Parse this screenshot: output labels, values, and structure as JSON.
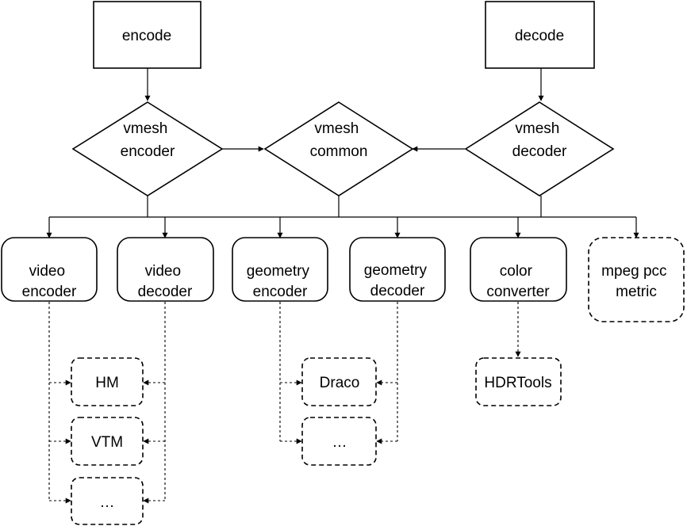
{
  "nodes": {
    "encode": "encode",
    "decode": "decode",
    "vmesh_encoder": [
      "vmesh",
      "encoder"
    ],
    "vmesh_common": [
      "vmesh",
      "common"
    ],
    "vmesh_decoder": [
      "vmesh",
      "decoder"
    ],
    "video_encoder": [
      "video",
      "encoder"
    ],
    "video_decoder": [
      "video",
      "decoder"
    ],
    "geometry_encoder": [
      "geometry",
      "encoder"
    ],
    "geometry_decoder": [
      "geometry",
      "decoder"
    ],
    "color_converter": [
      "color",
      "converter"
    ],
    "mpeg_pcc_metric": [
      "mpeg pcc",
      "metric"
    ],
    "hm": "HM",
    "vtm": "VTM",
    "video_more": "…",
    "draco": "Draco",
    "geometry_more": "…",
    "hdrtools": "HDRTools"
  },
  "colors": {
    "stroke": "#000000",
    "fill": "#ffffff"
  }
}
